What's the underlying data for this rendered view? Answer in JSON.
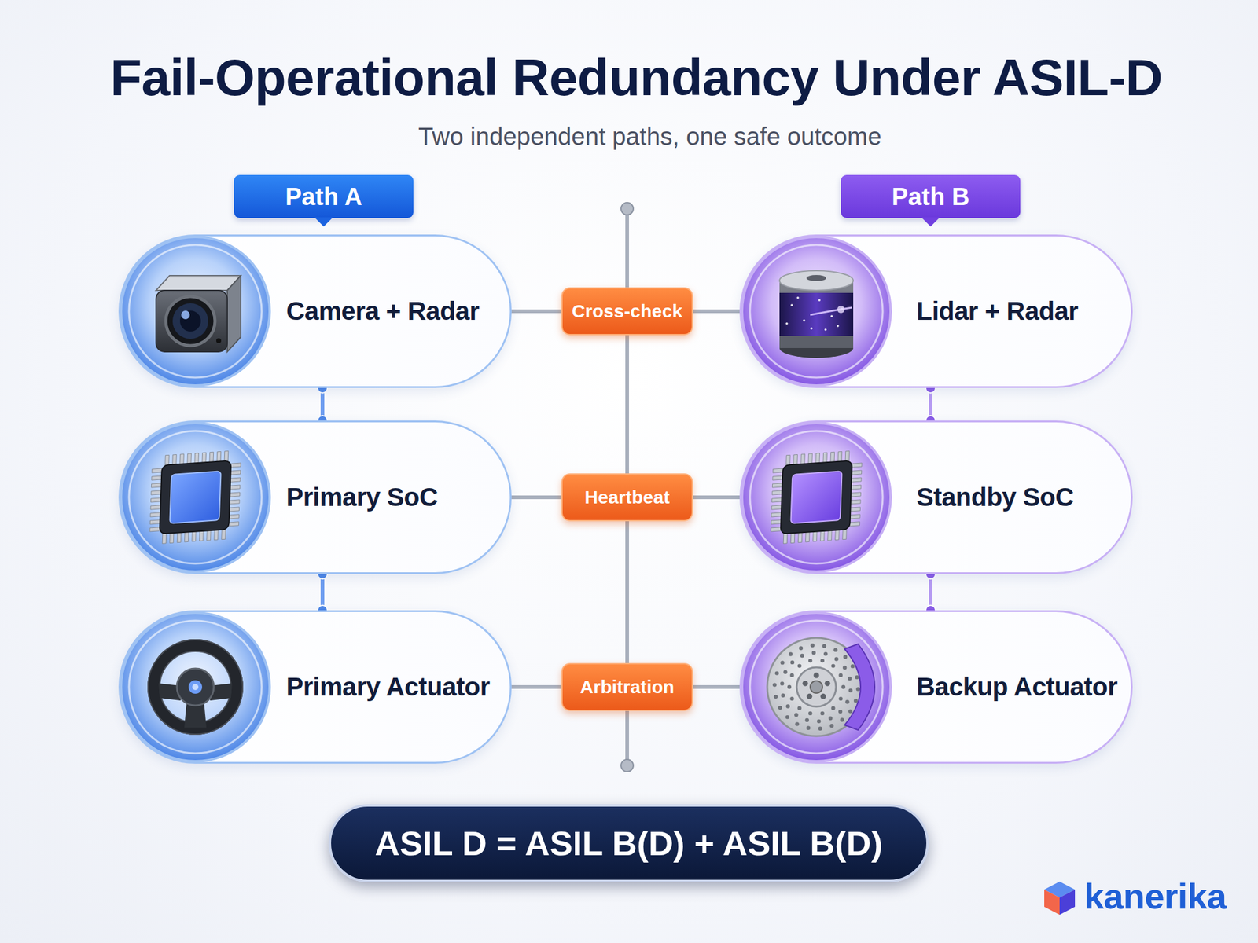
{
  "diagram": {
    "title": "Fail-Operational Redundancy Under ASIL-D",
    "nodes": [
      {
        "text": [
          "Path A"
        ]
      },
      {
        "text": [
          "Path B"
        ]
      },
      {
        "text": [
          "Camera + Radar"
        ]
      },
      {
        "text": [
          "Cross-check"
        ]
      },
      {
        "text": [
          "Lidar + Radar"
        ]
      },
      {
        "text": [
          "Primary SoC"
        ]
      },
      {
        "text": [
          "Heartbeat"
        ]
      },
      {
        "text": [
          "Standby SoC"
        ]
      },
      {
        "text": [
          "Primary Actuator"
        ]
      },
      {
        "text": [
          "Arbitration"
        ]
      },
      {
        "text": [
          "Backup Actuator"
        ]
      },
      {
        "text": [
          "ASIL D = ASIL B(D) + ASIL B(D)"
        ]
      }
    ],
    "edges": [
      {
        "from": 2,
        "to": 3,
        "arrow": "none"
      },
      {
        "from": 3,
        "to": 4,
        "arrow": "none"
      },
      {
        "from": 5,
        "to": 6,
        "arrow": "none"
      },
      {
        "from": 6,
        "to": 7,
        "arrow": "none"
      },
      {
        "from": 8,
        "to": 9,
        "arrow": "none"
      },
      {
        "from": 9,
        "to": 10,
        "arrow": "none"
      },
      {
        "from": 2,
        "to": 5,
        "arrow": "none"
      },
      {
        "from": 5,
        "to": 8,
        "arrow": "none"
      },
      {
        "from": 4,
        "to": 7,
        "arrow": "none"
      },
      {
        "from": 7,
        "to": 10,
        "arrow": "none"
      },
      {
        "from": 3,
        "to": 6,
        "arrow": "none"
      },
      {
        "from": 6,
        "to": 9,
        "arrow": "none"
      }
    ],
    "labels": [
      "Two independent paths, one safe outcome",
      "kanerika"
    ]
  }
}
